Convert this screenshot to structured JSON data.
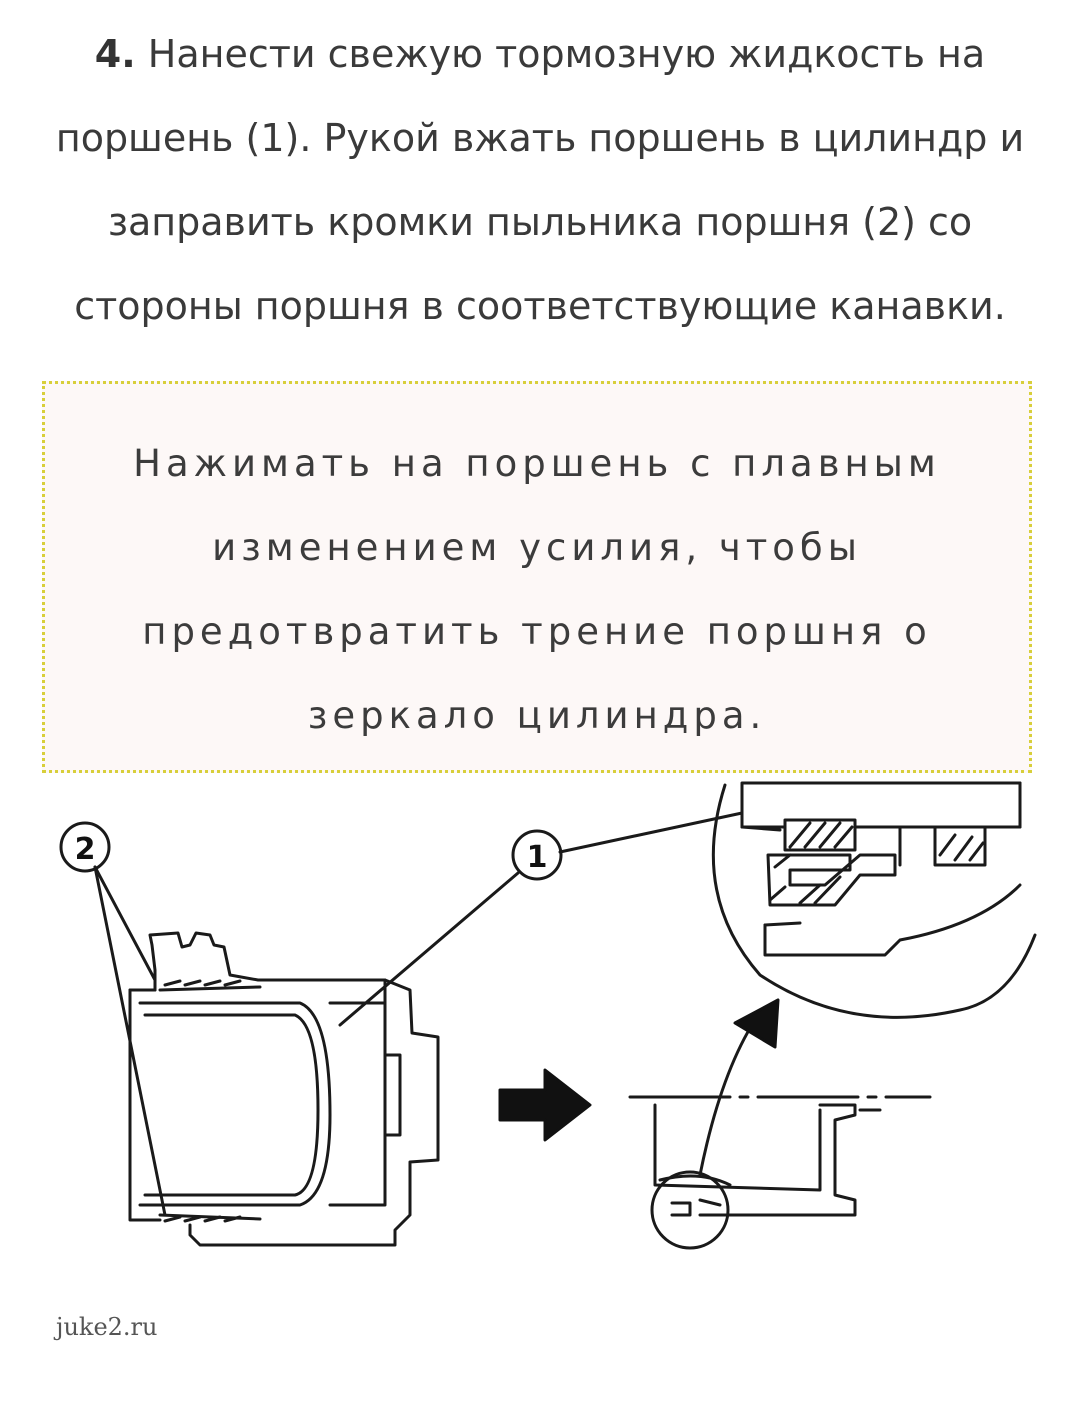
{
  "step": {
    "number": "4.",
    "text": "Нанести свежую тормозную жидкость на поршень (1). Рукой вжать поршень в цилиндр и заправить кромки пыльника поршня (2) со стороны поршня в соответствующие канавки."
  },
  "note": {
    "lines": [
      "Нажимать на поршень с плавным",
      "изменением усилия, чтобы",
      "предотвратить трение поршня о",
      "зеркало цилиндра."
    ]
  },
  "figure": {
    "callout_1": "1",
    "callout_2": "2"
  },
  "watermark": "juke2.ru"
}
